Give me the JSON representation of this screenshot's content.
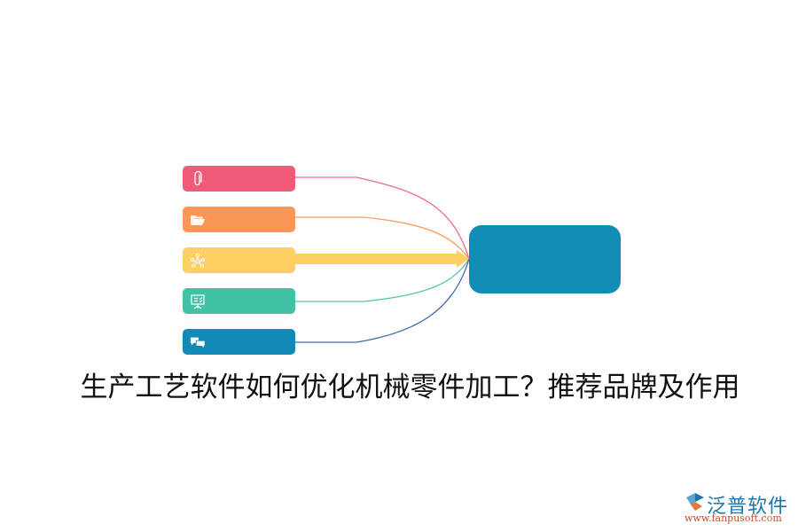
{
  "title": "生产工艺软件如何优化机械零件加工？推荐品牌及作用",
  "diagram": {
    "center_node": {
      "label": "",
      "color": "#128bb5"
    },
    "nodes": [
      {
        "label": "",
        "icon": "paperclip-icon",
        "color": "#f05b7a",
        "line_color": "#ee6a89"
      },
      {
        "label": "",
        "icon": "folder-open-icon",
        "color": "#fa9656",
        "line_color": "#f79a5c"
      },
      {
        "label": "",
        "icon": "network-icon",
        "color": "#fecf62",
        "line_color": "#fecf62"
      },
      {
        "label": "",
        "icon": "presentation-board-icon",
        "color": "#42c2a4",
        "line_color": "#55c9ac"
      },
      {
        "label": "",
        "icon": "chat-bubbles-icon",
        "color": "#138ab6",
        "line_color": "#3f6aad"
      }
    ]
  },
  "logo": {
    "brand": "泛普软件",
    "url": "www.fanpusoft.com"
  }
}
